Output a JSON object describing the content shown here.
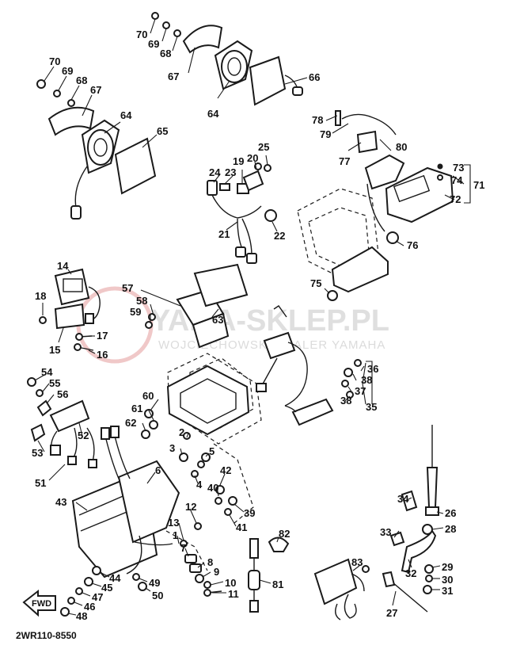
{
  "diagram": {
    "drawing_code": "2WR110-8550",
    "direction_label": "FWD",
    "watermark": {
      "brand": "YAMA-SKLEP.PL",
      "tagline": "WOJCIECHOWSKI DEALER YAMAHA",
      "emblem_color": "#e39a9a"
    },
    "ink_color": "#1a1a1a",
    "labels": [
      {
        "id": "70",
        "text": "70"
      },
      {
        "id": "69",
        "text": "69"
      },
      {
        "id": "68",
        "text": "68"
      },
      {
        "id": "67",
        "text": "67"
      },
      {
        "id": "64",
        "text": "64"
      },
      {
        "id": "66",
        "text": "66"
      },
      {
        "id": "70b",
        "text": "70"
      },
      {
        "id": "69b",
        "text": "69"
      },
      {
        "id": "68b",
        "text": "68"
      },
      {
        "id": "67b",
        "text": "67"
      },
      {
        "id": "64b",
        "text": "64"
      },
      {
        "id": "65",
        "text": "65"
      },
      {
        "id": "78",
        "text": "78"
      },
      {
        "id": "79",
        "text": "79"
      },
      {
        "id": "77",
        "text": "77"
      },
      {
        "id": "80",
        "text": "80"
      },
      {
        "id": "73",
        "text": "73"
      },
      {
        "id": "74",
        "text": "74"
      },
      {
        "id": "71",
        "text": "71"
      },
      {
        "id": "72",
        "text": "72"
      },
      {
        "id": "76",
        "text": "76"
      },
      {
        "id": "75",
        "text": "75"
      },
      {
        "id": "19",
        "text": "19"
      },
      {
        "id": "25",
        "text": "25"
      },
      {
        "id": "24",
        "text": "24"
      },
      {
        "id": "23",
        "text": "23"
      },
      {
        "id": "20",
        "text": "20"
      },
      {
        "id": "21",
        "text": "21"
      },
      {
        "id": "22",
        "text": "22"
      },
      {
        "id": "14",
        "text": "14"
      },
      {
        "id": "18",
        "text": "18"
      },
      {
        "id": "15",
        "text": "15"
      },
      {
        "id": "17",
        "text": "17"
      },
      {
        "id": "16",
        "text": "16"
      },
      {
        "id": "57",
        "text": "57"
      },
      {
        "id": "58",
        "text": "58"
      },
      {
        "id": "59",
        "text": "59"
      },
      {
        "id": "63",
        "text": "63"
      },
      {
        "id": "36",
        "text": "36"
      },
      {
        "id": "38",
        "text": "38"
      },
      {
        "id": "37",
        "text": "37"
      },
      {
        "id": "38b",
        "text": "38"
      },
      {
        "id": "35",
        "text": "35"
      },
      {
        "id": "54",
        "text": "54"
      },
      {
        "id": "55",
        "text": "55"
      },
      {
        "id": "56",
        "text": "56"
      },
      {
        "id": "60",
        "text": "60"
      },
      {
        "id": "61",
        "text": "61"
      },
      {
        "id": "62",
        "text": "62"
      },
      {
        "id": "52",
        "text": "52"
      },
      {
        "id": "53",
        "text": "53"
      },
      {
        "id": "51",
        "text": "51"
      },
      {
        "id": "2",
        "text": "2"
      },
      {
        "id": "3",
        "text": "3"
      },
      {
        "id": "5",
        "text": "5"
      },
      {
        "id": "4",
        "text": "4"
      },
      {
        "id": "6",
        "text": "6"
      },
      {
        "id": "42",
        "text": "42"
      },
      {
        "id": "40",
        "text": "40"
      },
      {
        "id": "39",
        "text": "39"
      },
      {
        "id": "41",
        "text": "41"
      },
      {
        "id": "43",
        "text": "43"
      },
      {
        "id": "12",
        "text": "12"
      },
      {
        "id": "13",
        "text": "13"
      },
      {
        "id": "1",
        "text": "1"
      },
      {
        "id": "7",
        "text": "7"
      },
      {
        "id": "8",
        "text": "8"
      },
      {
        "id": "9",
        "text": "9"
      },
      {
        "id": "10",
        "text": "10"
      },
      {
        "id": "11",
        "text": "11"
      },
      {
        "id": "82",
        "text": "82"
      },
      {
        "id": "81",
        "text": "81"
      },
      {
        "id": "83",
        "text": "83"
      },
      {
        "id": "44",
        "text": "44"
      },
      {
        "id": "45",
        "text": "45"
      },
      {
        "id": "47",
        "text": "47"
      },
      {
        "id": "46",
        "text": "46"
      },
      {
        "id": "48",
        "text": "48"
      },
      {
        "id": "49",
        "text": "49"
      },
      {
        "id": "50",
        "text": "50"
      },
      {
        "id": "34",
        "text": "34"
      },
      {
        "id": "26",
        "text": "26"
      },
      {
        "id": "33",
        "text": "33"
      },
      {
        "id": "28",
        "text": "28"
      },
      {
        "id": "32",
        "text": "32"
      },
      {
        "id": "29",
        "text": "29"
      },
      {
        "id": "30",
        "text": "30"
      },
      {
        "id": "31",
        "text": "31"
      },
      {
        "id": "27",
        "text": "27"
      }
    ]
  }
}
